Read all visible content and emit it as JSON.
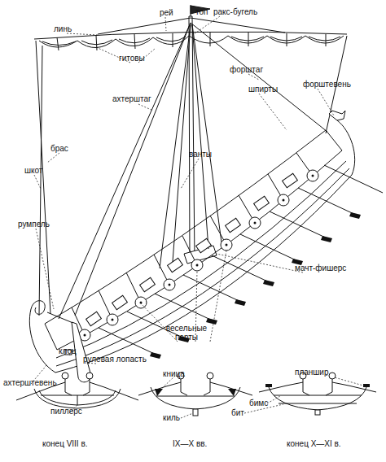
{
  "diagram": {
    "labels": [
      "топ",
      "рей",
      "ракс-бугель",
      "линь",
      "гитовы",
      "форштаг",
      "ахтерштаг",
      "шпирты",
      "форштевень",
      "брас",
      "ванты",
      "шкот",
      "румпель",
      "мачт-фишерс",
      "весельные порты",
      "клоц",
      "рулевая лопасть",
      "ахтерштевень",
      "кница",
      "планшир",
      "пиллерс",
      "бимс",
      "бит",
      "киль",
      "конец VIII в.",
      "IX—X вв.",
      "конец X—XI в."
    ]
  }
}
